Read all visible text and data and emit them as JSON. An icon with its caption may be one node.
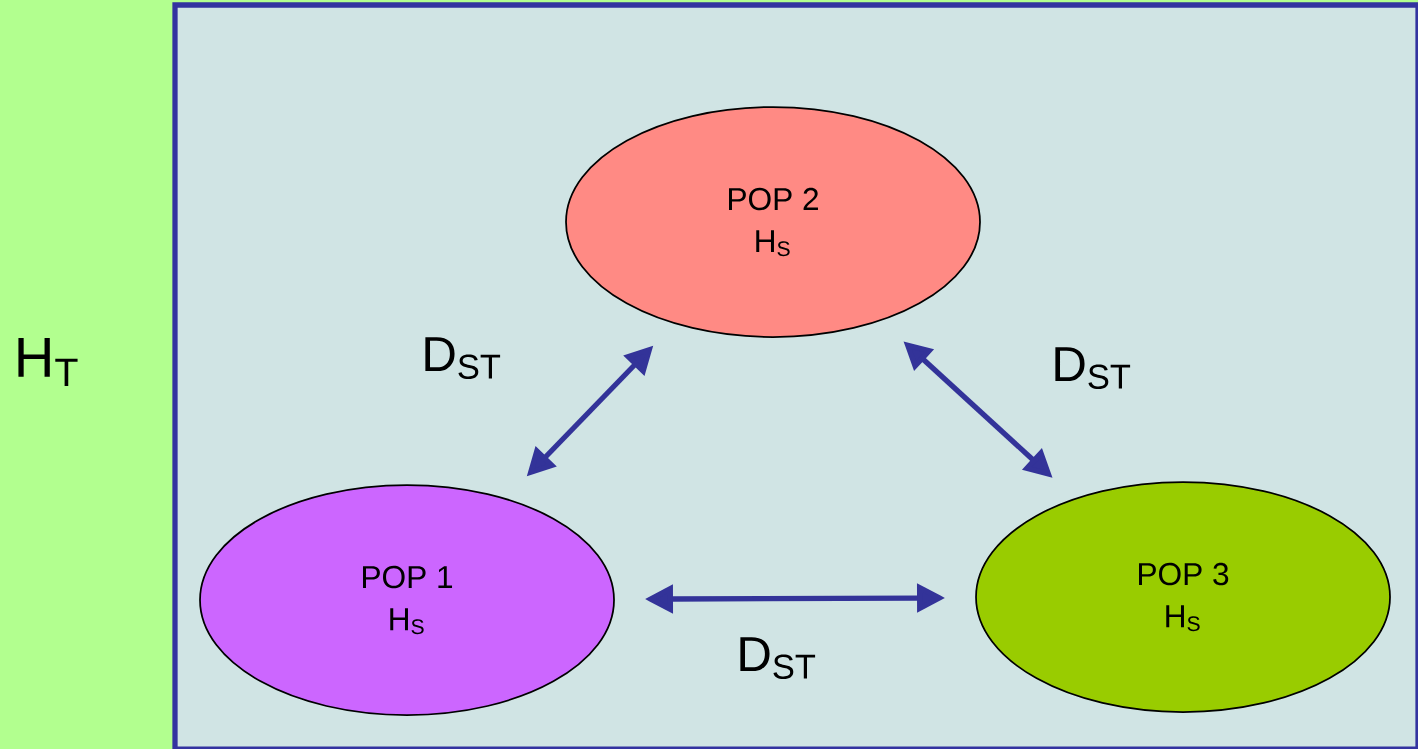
{
  "diagram": {
    "nodes": [
      {
        "text": [],
        "shape": "box"
      },
      {
        "text": [
          "POP 2",
          "H$_{S}$"
        ],
        "in": 0
      },
      {
        "text": [
          "POP 1",
          "H$_{S}$"
        ],
        "in": 0
      },
      {
        "text": [
          "POP 3",
          "H$_{S}$"
        ],
        "in": 0
      }
    ],
    "edges": [
      {
        "from": 2,
        "to": 1,
        "arrow": "both",
        "label": "D$_{ST}$"
      },
      {
        "from": 1,
        "to": 3,
        "arrow": "both",
        "label": "D$_{ST}$"
      },
      {
        "from": 2,
        "to": 3,
        "arrow": "both",
        "label": "D$_{ST}$"
      }
    ],
    "labels": [
      "H$_{T}$"
    ]
  }
}
